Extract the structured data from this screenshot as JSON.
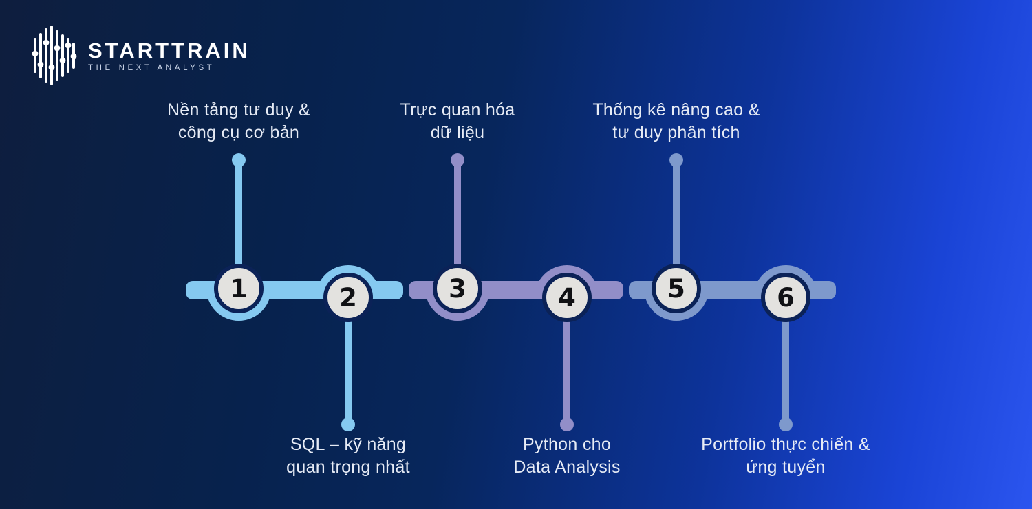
{
  "logo": {
    "title": "STARTTRAIN",
    "subtitle": "THE NEXT ANALYST",
    "mark": "equalizer-waveform-icon",
    "color": "#ffffff"
  },
  "background": {
    "left_color": "#07224d",
    "right_color": "#2b55ef"
  },
  "timeline": {
    "circle_fill": "#e3e2df",
    "circle_ring_color": "#0b2257",
    "number_color": "#101114",
    "label_color": "#e6ebf5",
    "segments": [
      {
        "color": "#85c9f0"
      },
      {
        "color": "#928ec8"
      },
      {
        "color": "#7e99cc"
      }
    ],
    "steps": [
      {
        "number": "1",
        "label_line1": "Nền tảng tư duy &",
        "label_line2": "công cụ cơ bản",
        "position": "above",
        "color": "#85c9f0"
      },
      {
        "number": "2",
        "label_line1": "SQL – kỹ năng",
        "label_line2": "quan trọng nhất",
        "position": "below",
        "color": "#85c9f0"
      },
      {
        "number": "3",
        "label_line1": "Trực quan hóa",
        "label_line2": "dữ liệu",
        "position": "above",
        "color": "#928ec8"
      },
      {
        "number": "4",
        "label_line1": "Python cho",
        "label_line2": "Data Analysis",
        "position": "below",
        "color": "#928ec8"
      },
      {
        "number": "5",
        "label_line1": "Thống kê nâng cao &",
        "label_line2": "tư duy phân tích",
        "position": "above",
        "color": "#7e99cc"
      },
      {
        "number": "6",
        "label_line1": "Portfolio thực chiến &",
        "label_line2": "ứng tuyển",
        "position": "below",
        "color": "#7e99cc"
      }
    ]
  }
}
